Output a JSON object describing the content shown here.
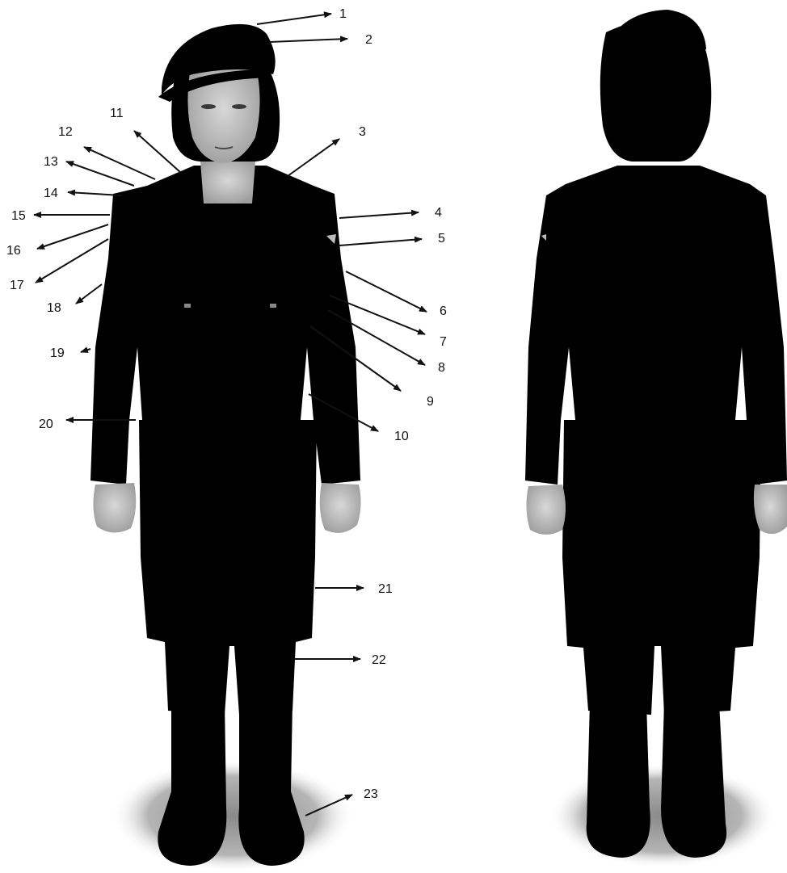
{
  "colors": {
    "background": "#ffffff",
    "uniform": "#000000",
    "skin": "#c9c9c9",
    "shadow": "#9a9a9a",
    "annotation": "#111111"
  },
  "figures": {
    "front": {
      "name": "front-view"
    },
    "back": {
      "name": "back-view"
    }
  },
  "callouts": [
    {
      "number": "1"
    },
    {
      "number": "2"
    },
    {
      "number": "3"
    },
    {
      "number": "4"
    },
    {
      "number": "5"
    },
    {
      "number": "6"
    },
    {
      "number": "7"
    },
    {
      "number": "8"
    },
    {
      "number": "9"
    },
    {
      "number": "10"
    },
    {
      "number": "11"
    },
    {
      "number": "12"
    },
    {
      "number": "13"
    },
    {
      "number": "14"
    },
    {
      "number": "15"
    },
    {
      "number": "16"
    },
    {
      "number": "17"
    },
    {
      "number": "18"
    },
    {
      "number": "19"
    },
    {
      "number": "20"
    },
    {
      "number": "21"
    },
    {
      "number": "22"
    },
    {
      "number": "23"
    }
  ]
}
